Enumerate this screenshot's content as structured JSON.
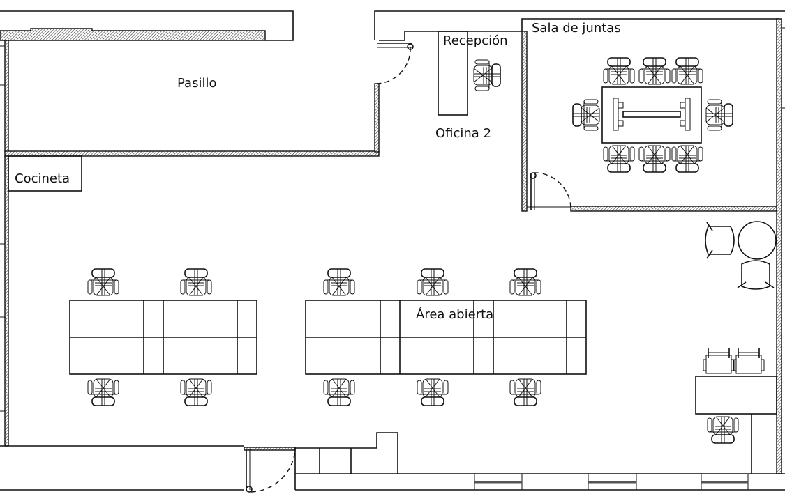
{
  "plan": {
    "rooms": {
      "pasillo": "Pasillo",
      "recepcion": "Recepción",
      "sala_juntas": "Sala de juntas",
      "oficina_2": "Oficina 2",
      "cocineta": "Cocineta",
      "area_abierta": "Área abierta"
    },
    "colors": {
      "line": "#111111",
      "window": "#555555",
      "background": "#ffffff"
    }
  }
}
